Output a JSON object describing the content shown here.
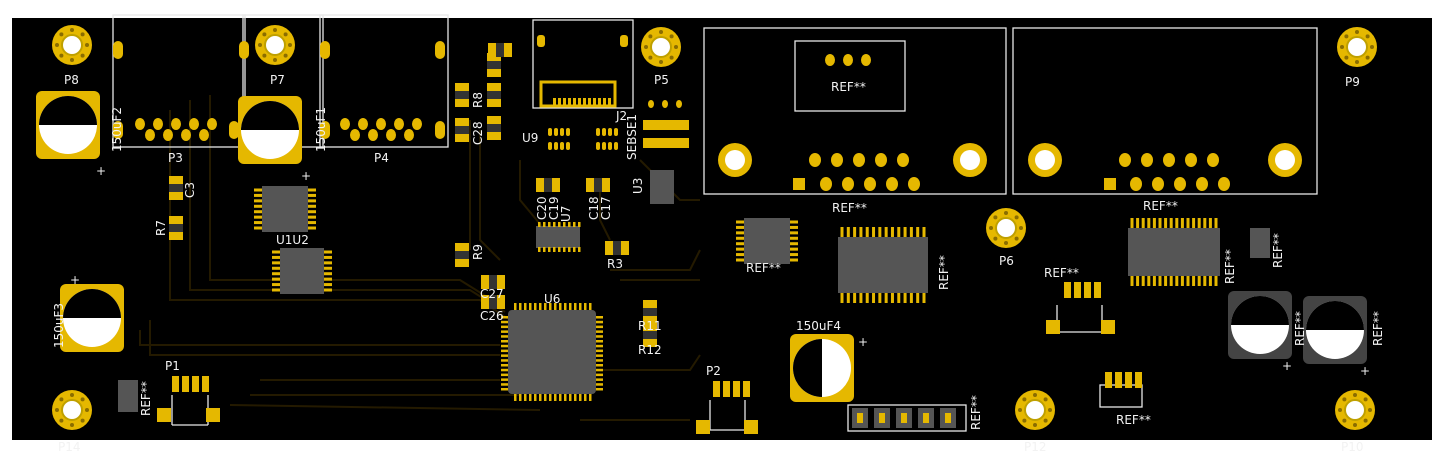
{
  "labels": {
    "P8": "P8",
    "P7": "P7",
    "P5": "P5",
    "P9": "P9",
    "P6": "P6",
    "P14": "P14",
    "P12": "P12",
    "P10": "P10",
    "P3": "P3",
    "P4": "P4",
    "P1": "P1",
    "P2": "P2",
    "C3": "C3",
    "R7": "R7",
    "R8": "R8",
    "C28": "C28",
    "R9": "R9",
    "C27": "C27",
    "C26": "C26",
    "U6": "U6",
    "U9": "U9",
    "U3": "U3",
    "R3": "R3",
    "R11": "R11",
    "R12": "R12",
    "C20": "C20",
    "C19": "C19",
    "C18": "C18",
    "C17": "C17",
    "U7": "U7",
    "U1U2": "U1U2",
    "J2": "J2",
    "SEB": "SEBSE1",
    "cap_F2": "150uF2",
    "cap_F1": "150uF1",
    "cap_F3": "150uF3",
    "cap_F4": "150uF4",
    "ref": "REF**"
  },
  "colors": {
    "board": "#000000",
    "pad": "#e5b800",
    "silk": "#f2f2f2",
    "ic": "#555555",
    "trace": "#1a1200"
  }
}
